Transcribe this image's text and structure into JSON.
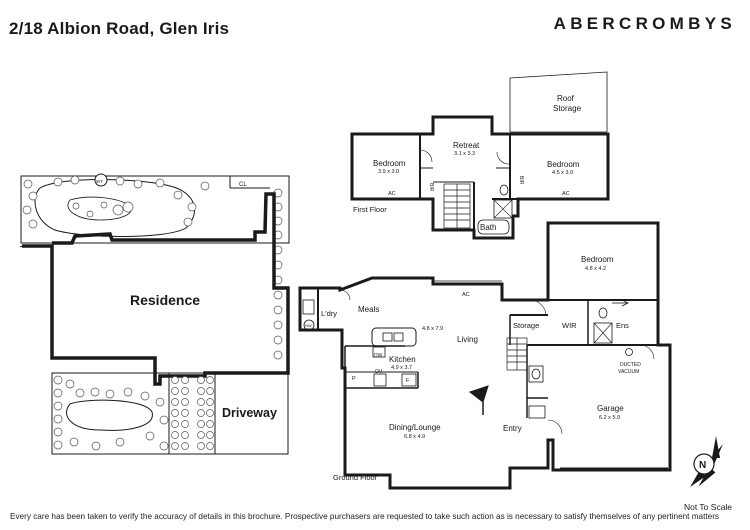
{
  "header": {
    "address": "2/18 Albion Road, Glen Iris",
    "brand": "ABERCROMBYS"
  },
  "site_plan": {
    "residence": "Residence",
    "driveway": "Driveway",
    "wt": "WT",
    "cl": "CL"
  },
  "first_floor": {
    "label": "First Floor",
    "roof_storage_line1": "Roof",
    "roof_storage_line2": "Storage",
    "retreat": {
      "name": "Retreat",
      "size": "3.1 x 3.3"
    },
    "bedroom_left": {
      "name": "Bedroom",
      "size": "3.9 x 3.0"
    },
    "bedroom_right": {
      "name": "Bedroom",
      "size": "4.5 x 3.0"
    },
    "bath": "Bath",
    "br_left": "BIR",
    "br_right": "BIR",
    "ac_left": "AC",
    "ac_right": "AC"
  },
  "ground_floor": {
    "label": "Ground Floor",
    "meals": "Meals",
    "living_size": "4.8 x 7.9",
    "living": "Living",
    "kitchen": {
      "name": "Kitchen",
      "size": "4.9 x 3.7"
    },
    "dw": "DW",
    "ov": "OV",
    "p": "P",
    "f": "F",
    "ldry": "L'dry",
    "hw": "HW",
    "storage": "Storage",
    "wir": "WIR",
    "ens": "Ens",
    "bedroom": {
      "name": "Bedroom",
      "size": "4.8 x 4.2"
    },
    "ducted_line1": "DUCTED",
    "ducted_line2": "VACUUM",
    "garage": {
      "name": "Garage",
      "size": "6.2 x 5.9"
    },
    "dining": {
      "name": "Dining/Lounge",
      "size": "6.8 x 4.9"
    },
    "entry": "Entry",
    "ac": "AC"
  },
  "compass": {
    "letter": "N"
  },
  "footer": {
    "disclaimer": "Every care has been taken to verify the accuracy of details in this brochure. Prospective purchasers are requested to take such action as is necessary to satisfy themselves of any pertinent matters",
    "not_to_scale": "Not To Scale"
  }
}
